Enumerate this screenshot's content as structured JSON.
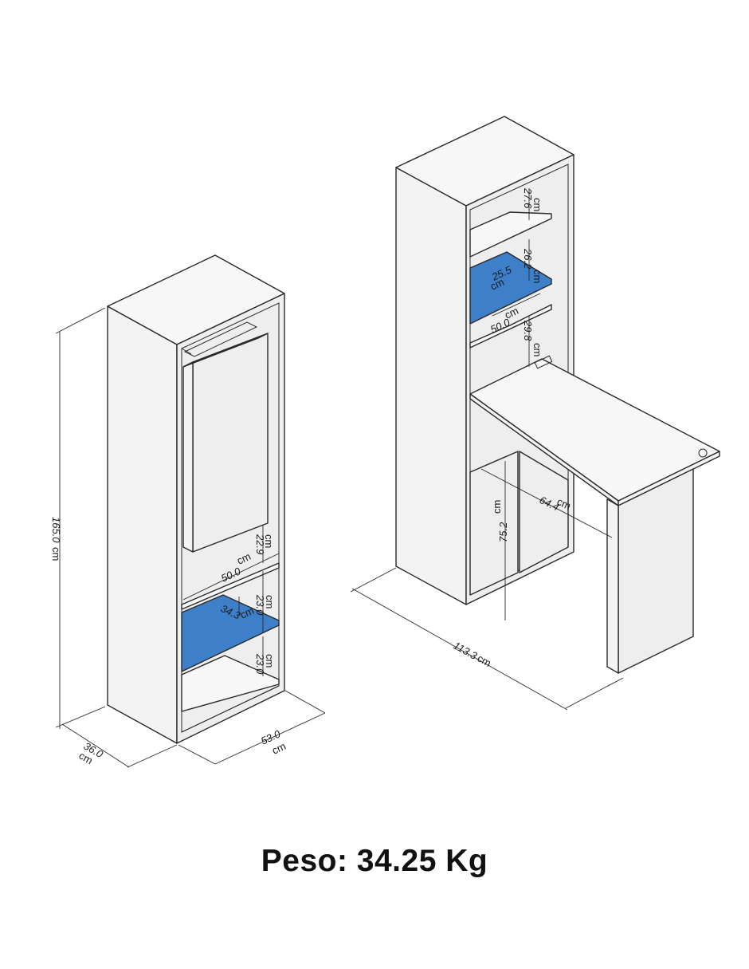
{
  "colors": {
    "panel_front": "#eeeeee",
    "panel_side": "#f3f3f3",
    "panel_top": "#f7f7f7",
    "shelf_highlight": "#3d7fc9",
    "line": "#2a2a2a"
  },
  "left_unit": {
    "height": "165.0",
    "height_unit": "cm",
    "depth": "36.0",
    "depth_unit": "cm",
    "width": "53.0",
    "width_unit": "cm",
    "inner_width": "50.0",
    "inner_width_unit": "cm",
    "shelf_depth": "34.3",
    "shelf_depth_unit": "cm",
    "gap_top": "22.9",
    "gap_top_unit": "cm",
    "gap_middle": "23.0",
    "gap_middle_unit": "cm",
    "gap_bottom": "23.0",
    "gap_bottom_unit": "cm"
  },
  "right_unit": {
    "gap_top": "27.6",
    "gap_top_unit": "cm",
    "gap_second": "26.2",
    "gap_second_unit": "cm",
    "shelf_depth": "25.5",
    "shelf_depth_unit": "cm",
    "inner_width": "50.0",
    "inner_width_unit": "cm",
    "gap_third": "29.8",
    "gap_third_unit": "cm",
    "desk_height": "75.2",
    "desk_height_unit": "cm",
    "desk_depth": "64.4",
    "desk_depth_unit": "cm",
    "total_length": "113.3",
    "total_length_unit": "cm"
  },
  "weight": {
    "label": "Peso:",
    "value": "34.25",
    "unit": "Kg"
  }
}
